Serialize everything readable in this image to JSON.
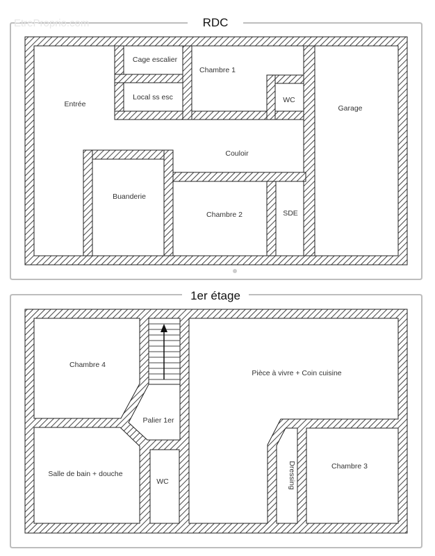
{
  "watermark": "EtreProprio.com",
  "floors": [
    {
      "title": "RDC",
      "rooms": [
        {
          "name": "Entrée"
        },
        {
          "name": "Cage escalier"
        },
        {
          "name": "Local ss esc"
        },
        {
          "name": "Chambre 1"
        },
        {
          "name": "WC"
        },
        {
          "name": "Garage"
        },
        {
          "name": "Couloir"
        },
        {
          "name": "Buanderie"
        },
        {
          "name": "Chambre 2"
        },
        {
          "name": "SDE"
        }
      ]
    },
    {
      "title": "1er étage",
      "rooms": [
        {
          "name": "Chambre 4"
        },
        {
          "name": "Palier 1er"
        },
        {
          "name": "Salle de bain + douche"
        },
        {
          "name": "WC"
        },
        {
          "name": "Pièce à vivre + Coin cuisine"
        },
        {
          "name": "Dressing"
        },
        {
          "name": "Chambre 3"
        }
      ]
    }
  ],
  "colors": {
    "wall_hatch": "#3a3a3a",
    "wall_outline": "#222222",
    "frame": "#bdbdbd",
    "background": "#ffffff"
  }
}
